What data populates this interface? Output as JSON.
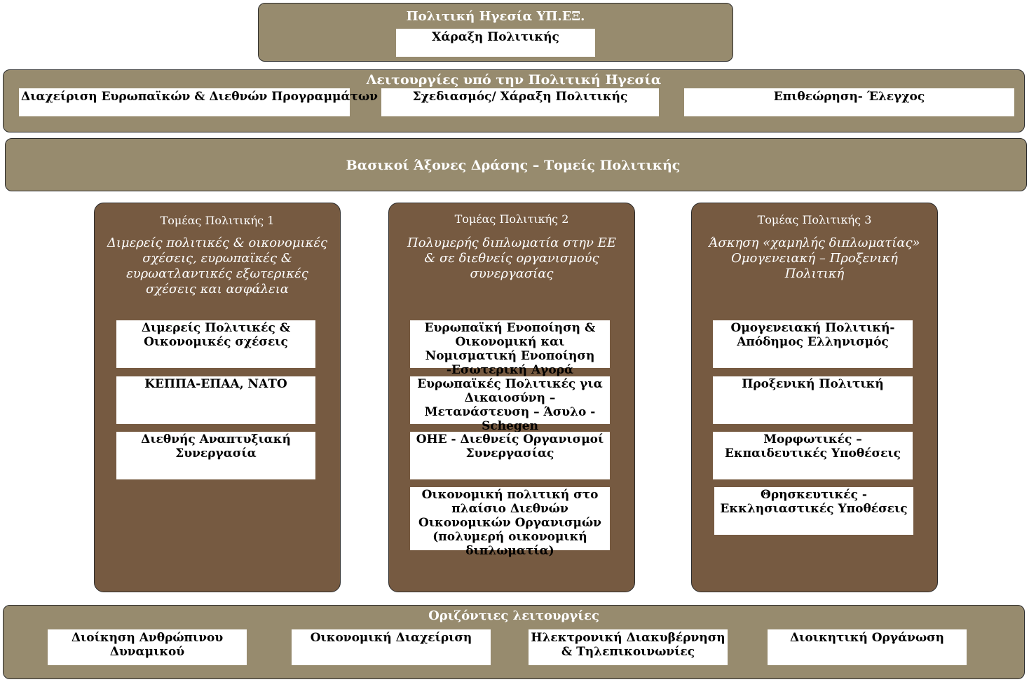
{
  "leadership": {
    "title": "Πολιτική Ηγεσία ΥΠ.ΕΞ.",
    "box": "Χάραξη Πολιτικής"
  },
  "functions": {
    "title": "Λειτουργίες υπό την Πολιτική Ηγεσία",
    "items": [
      "Διαχείριση Ευρωπαϊκών & Διεθνών Προγραμμάτων",
      "Σχεδιασμός/ Χάραξη Πολιτικής",
      "Επιθεώρηση- Έλεγχος"
    ]
  },
  "axes": {
    "title": "Βασικοί Άξονες Δράσης – Τομείς Πολιτικής"
  },
  "sectors": [
    {
      "title": "Τομέας Πολιτικής 1",
      "subtitle": "Διμερείς πολιτικές & οικονομικές σχέσεις,  ευρωπαϊκές & ευρωατλαντικές εξωτερικές σχέσεις και ασφάλεια",
      "items": [
        "Διμερείς Πολιτικές & Οικονομικές σχέσεις",
        "ΚΕΠΠΑ-ΕΠΑΑ, ΝΑΤΟ",
        "Διεθνής Αναπτυξιακή Συνεργασία"
      ]
    },
    {
      "title": "Τομέας Πολιτικής 2",
      "subtitle": "Πολυμερής διπλωματία στην ΕΕ & σε διεθνείς οργανισμούς συνεργασίας",
      "items": [
        "Ευρωπαϊκή Ενοποίηση & Οικονομική και Νομισματική Ενοποίηση -Εσωτερική Αγορά",
        "Ευρωπαϊκές Πολιτικές για Δικαιοσύνη – Μετανάστευση – Άσυλο - Schegen",
        "ΟΗΕ - Διεθνείς Οργανισμοί Συνεργασίας",
        "Οικονομική πολιτική στο πλαίσιο Διεθνών Οικονομικών Οργανισμών (πολυμερή οικονομική διπλωματία)"
      ]
    },
    {
      "title": "Τομέας Πολιτικής 3",
      "subtitle": "Άσκηση «χαμηλής διπλωματίας» Ομογενειακή – Προξενική Πολιτική",
      "items": [
        "Ομογενειακή Πολιτική-Απόδημος Ελληνισμός",
        "Προξενική Πολιτική",
        "Μορφωτικές – Εκπαιδευτικές Υποθέσεις",
        "Θρησκευτικές - Εκκλησιαστικές Υποθέσεις"
      ]
    }
  ],
  "horizontal": {
    "title": "Οριζόντιες λειτουργίες",
    "items": [
      "Διοίκηση Ανθρώπινου Δυναμικού",
      "Οικονομική Διαχείριση",
      "Ηλεκτρονική Διακυβέρνηση & Τηλεπικοινωνίες",
      "Διοικητική Οργάνωση"
    ]
  },
  "colors": {
    "band": "#978b6e",
    "sector": "#765a41",
    "box": "#ffffff"
  }
}
